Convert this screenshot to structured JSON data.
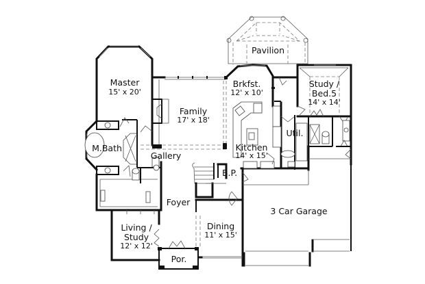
{
  "plan": {
    "rooms": [
      {
        "id": "master",
        "name": "Master",
        "size": "15' x 20'"
      },
      {
        "id": "family",
        "name": "Family",
        "size": "17' x 18'"
      },
      {
        "id": "pavilion",
        "name": "Pavilion",
        "size": ""
      },
      {
        "id": "brkfst",
        "name": "Brkfst.",
        "size": "12' x 10'"
      },
      {
        "id": "study-bed5",
        "name": "Study /",
        "name2": "Bed.5",
        "size": "14' x 14'"
      },
      {
        "id": "m-bath",
        "name": "M.Bath",
        "size": ""
      },
      {
        "id": "gallery",
        "name": "Gallery",
        "size": ""
      },
      {
        "id": "kitchen",
        "name": "Kitchen",
        "size": "14' x 15'"
      },
      {
        "id": "util",
        "name": "Util.",
        "size": ""
      },
      {
        "id": "bp",
        "name": "B.P.",
        "size": ""
      },
      {
        "id": "foyer",
        "name": "Foyer",
        "size": ""
      },
      {
        "id": "garage",
        "name": "3 Car Garage",
        "size": ""
      },
      {
        "id": "living-study",
        "name": "Living /",
        "name2": "Study",
        "size": "12' x 12'"
      },
      {
        "id": "dining",
        "name": "Dining",
        "size": "11' x 15'"
      },
      {
        "id": "porch",
        "name": "Por.",
        "size": ""
      }
    ]
  }
}
